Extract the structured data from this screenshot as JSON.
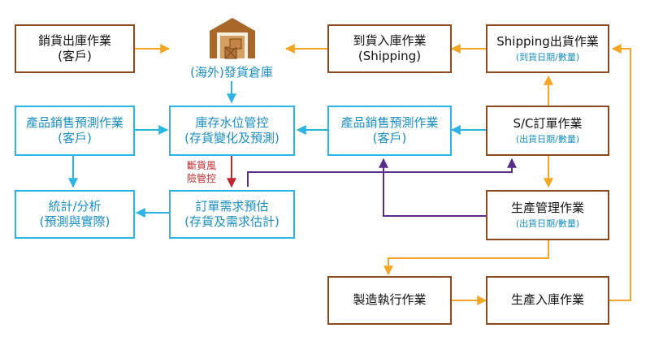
{
  "nodes": {
    "sales_shipping_customer": {
      "line1": "銷貨出庫作業",
      "line2": "(客戶)"
    },
    "warehouse": {
      "label": "(海外)發貨倉庫"
    },
    "inbound_shipping": {
      "line1": "到貨入庫作業",
      "line2": "(Shipping)"
    },
    "shipping_out": {
      "line1": "Shipping出貨作業",
      "sub": "(到貨日期/數量)"
    },
    "forecast_customer_left": {
      "line1": "產品銷售預測作業",
      "line2": "(客戶)"
    },
    "inventory_control": {
      "line1": "庫存水位管控",
      "line2": "(存貨變化及預測)"
    },
    "forecast_customer_mid": {
      "line1": "產品銷售預測作業",
      "line2": "(客戶)"
    },
    "sc_order": {
      "line1": "S/C訂單作業",
      "sub": "(出貨日期/數量)"
    },
    "statistics": {
      "line1": "統計/分析",
      "line2": "(預測與實際)"
    },
    "order_demand": {
      "line1": "訂單需求預估",
      "line2": "(存貨及需求估計)"
    },
    "production_mgmt": {
      "line1": "生產管理作業",
      "sub": "(出貨日期/數量)"
    },
    "manufacturing": {
      "line1": "製造執行作業"
    },
    "production_inbound": {
      "line1": "生產入庫作業"
    }
  },
  "labels": {
    "stockout_risk_line1": "斷貨風",
    "stockout_risk_line2": "險管控"
  },
  "colors": {
    "brown": "#8b4a1e",
    "blue": "#29b6e6",
    "orange": "#f5a623",
    "purple": "#5b2c8a",
    "red": "#c0282d"
  }
}
